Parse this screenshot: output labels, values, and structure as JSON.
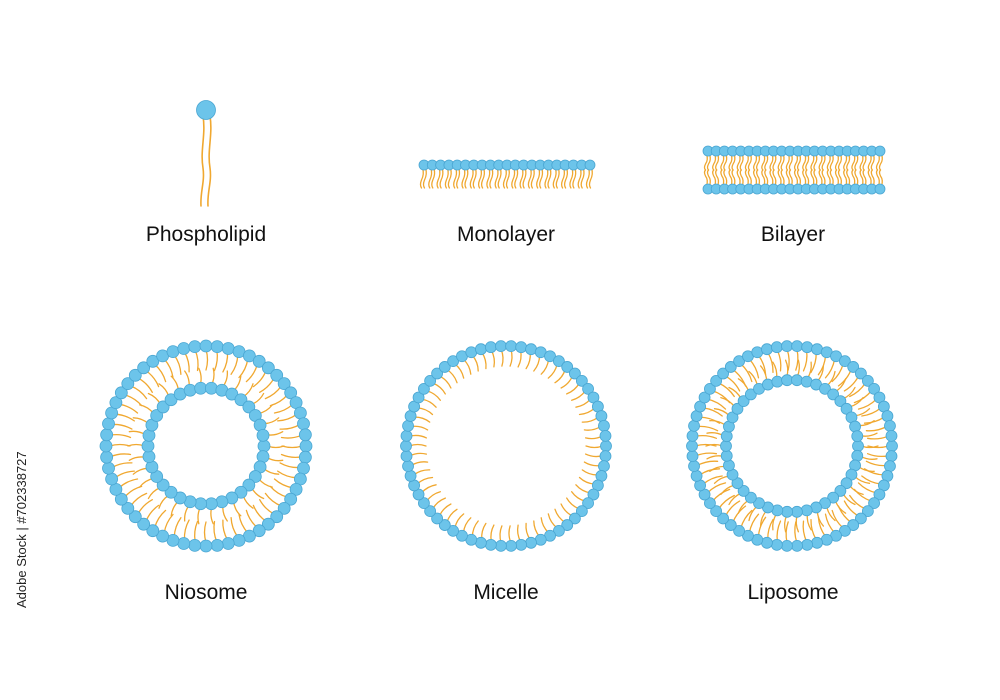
{
  "labels": {
    "phospholipid": "Phospholipid",
    "monolayer": "Monolayer",
    "bilayer": "Bilayer",
    "niosome": "Niosome",
    "micelle": "Micelle",
    "liposome": "Liposome"
  },
  "stock_id": "Adobe Stock | #702338727",
  "colors": {
    "head_fill": "#6cc4ea",
    "head_stroke": "#4aa6d2",
    "tail": "#f0a830",
    "label": "#111111",
    "background": "#ffffff"
  }
}
